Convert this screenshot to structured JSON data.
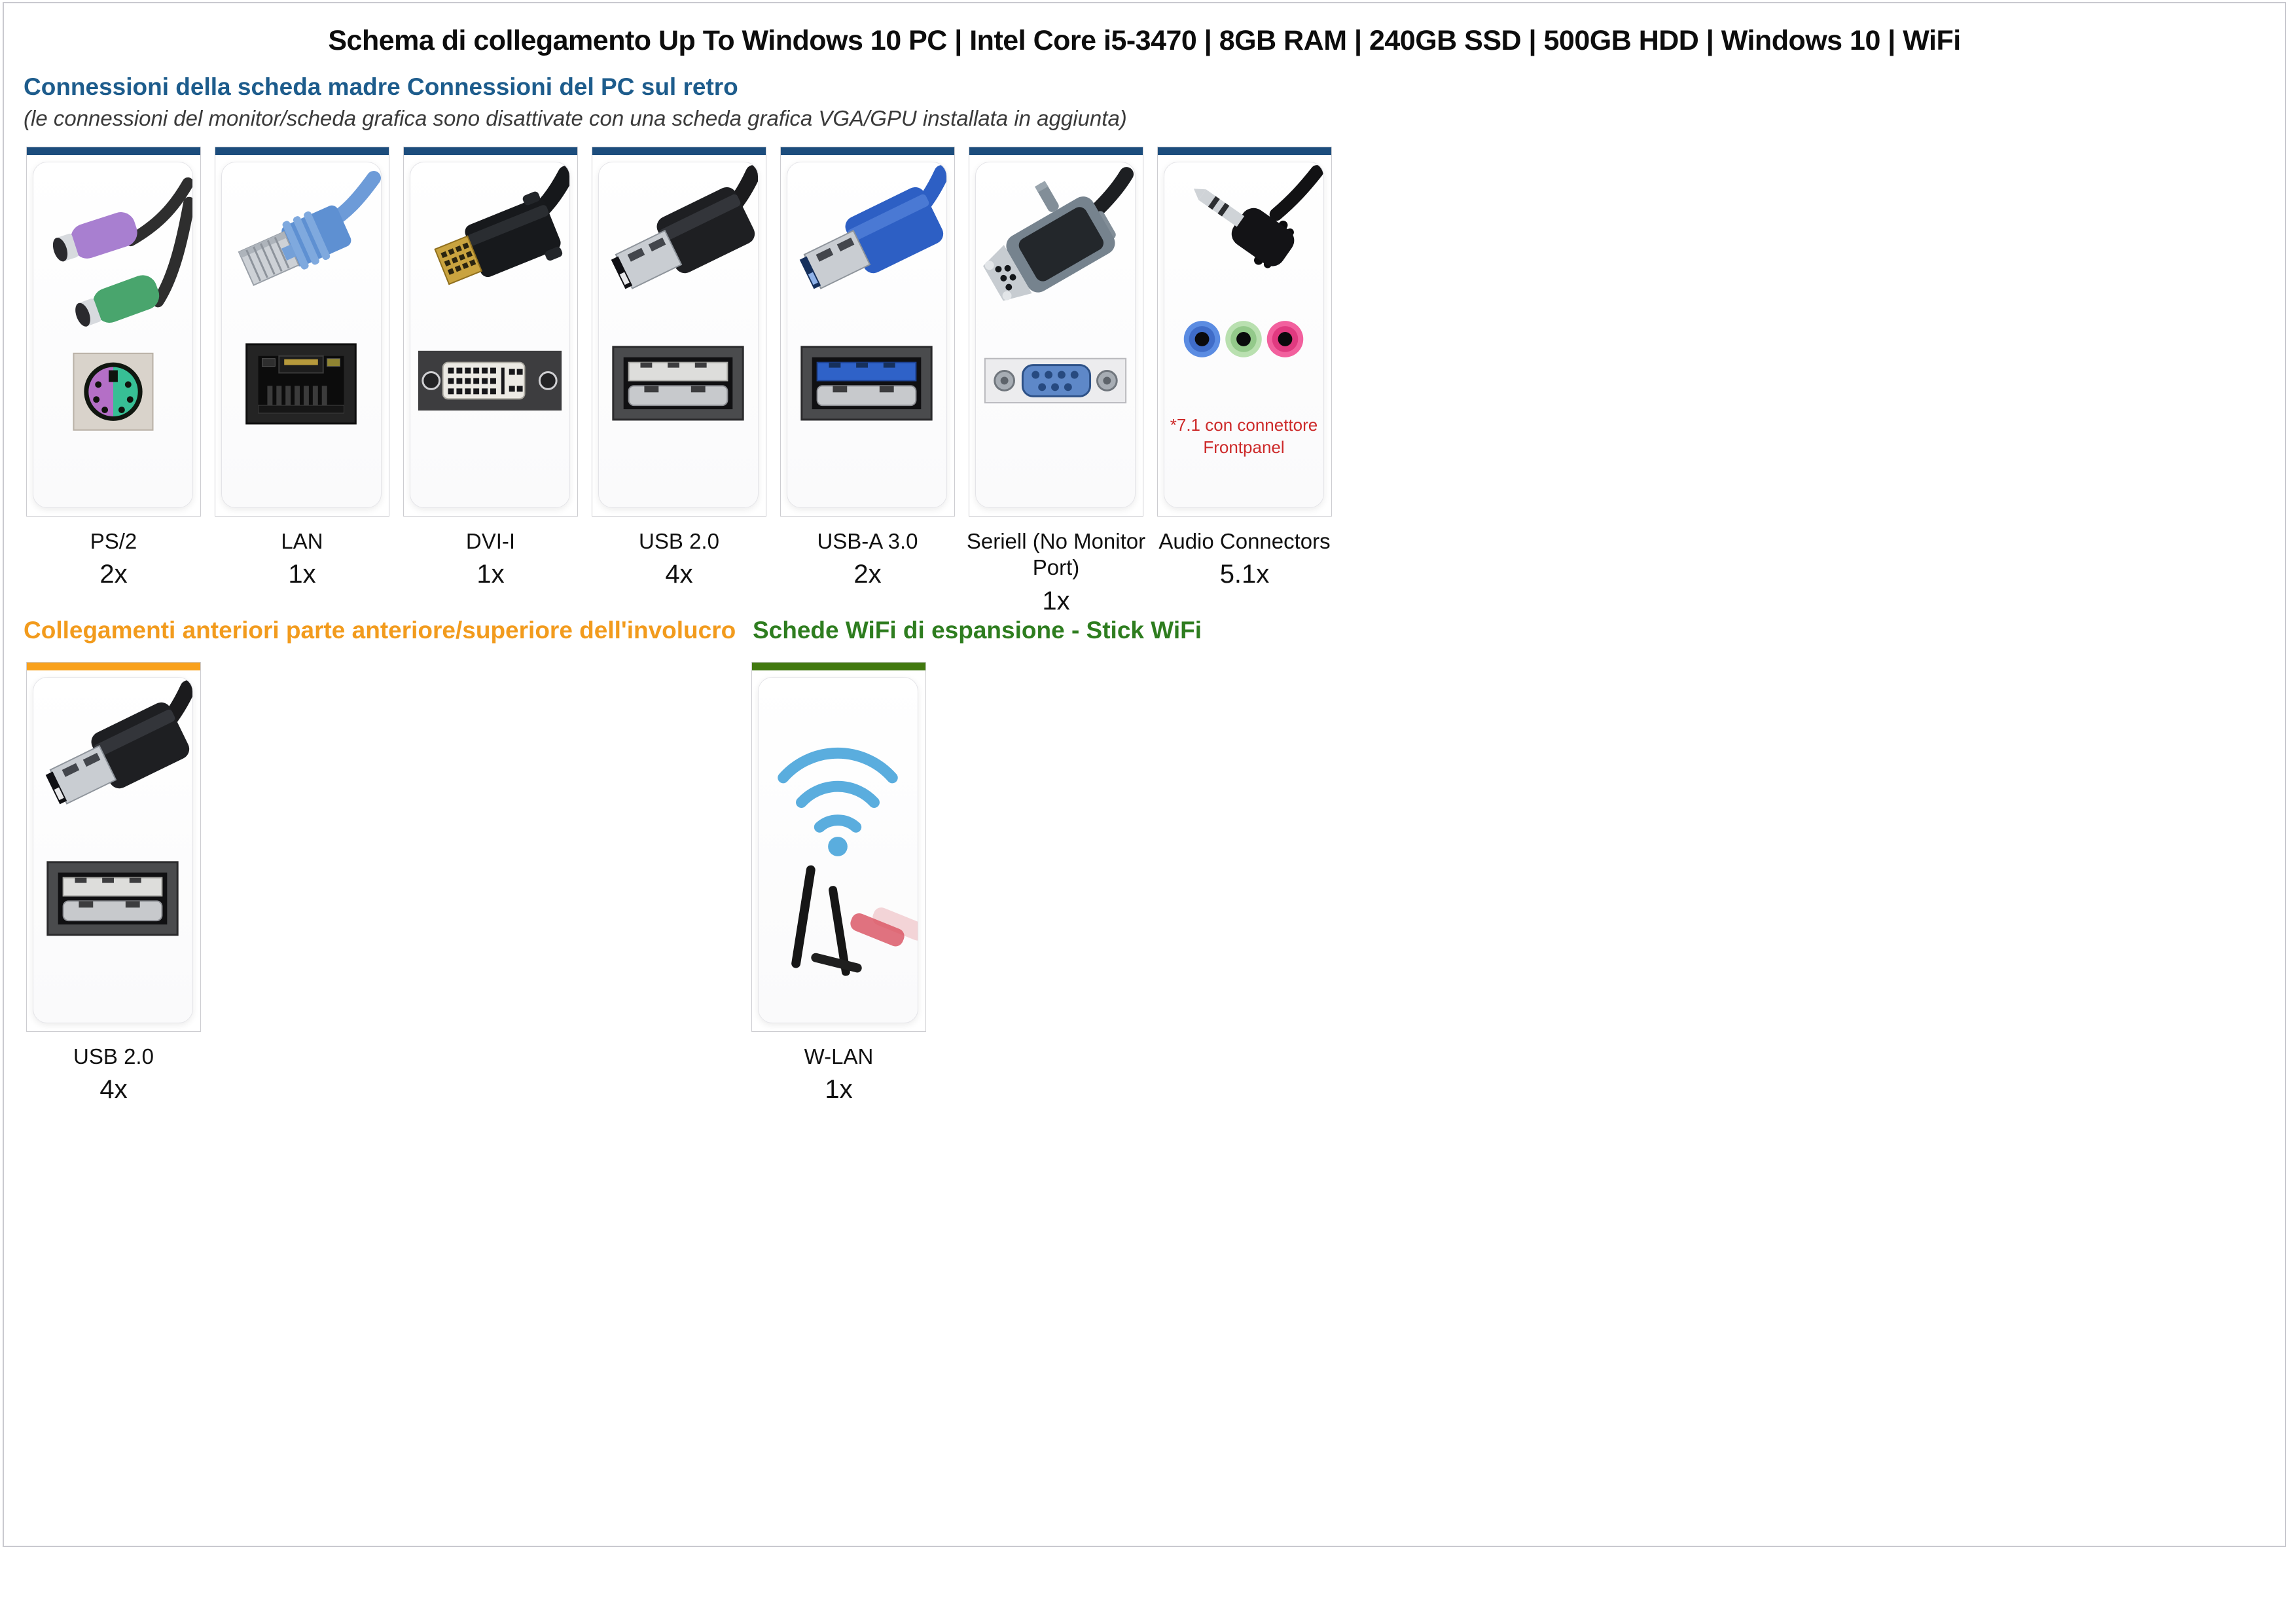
{
  "page": {
    "title": "Schema di collegamento Up To Windows 10 PC | Intel Core i5-3470 | 8GB RAM | 240GB SSD | 500GB HDD | Windows 10 | WiFi"
  },
  "colors": {
    "accent_blue_bar": "#1c4d7d",
    "heading_blue": "#1d5c8c",
    "accent_orange_bar": "#f9a11c",
    "heading_orange": "#f29b1d",
    "accent_green_bar": "#41790f",
    "heading_green": "#2e7d1f",
    "note_red": "#cd2a2a",
    "wifi_blue": "#5aadde",
    "audio_jack_blue": "#5b8ce2",
    "audio_jack_green": "#a9d8a0",
    "audio_jack_pink": "#f2609e"
  },
  "sections": [
    {
      "heading": "Connessioni della scheda madre Connessioni del PC sul retro",
      "subheading": "(le connessioni del monitor/scheda grafica sono disattivate con una scheda grafica VGA/GPU installata in aggiunta)",
      "cards": [
        {
          "label": "PS/2",
          "count": "2x",
          "icon": "ps2-connector-icon"
        },
        {
          "label": "LAN",
          "count": "1x",
          "icon": "lan-connector-icon"
        },
        {
          "label": "DVI-I",
          "count": "1x",
          "icon": "dvi-connector-icon"
        },
        {
          "label": "USB 2.0",
          "count": "4x",
          "icon": "usb2-connector-icon"
        },
        {
          "label": "USB-A 3.0",
          "count": "2x",
          "icon": "usb3-connector-icon"
        },
        {
          "label": "Seriell (No Monitor Port)",
          "count": "1x",
          "icon": "serial-connector-icon"
        },
        {
          "label": "Audio Connectors",
          "count": "5.1x",
          "icon": "audio-connector-icon",
          "note": "*7.1 con connettore Frontpanel"
        }
      ]
    },
    {
      "heading": "Collegamenti anteriori parte anteriore/superiore dell'involucro",
      "cards": [
        {
          "label": "USB 2.0",
          "count": "4x",
          "icon": "usb2-connector-icon"
        }
      ]
    },
    {
      "heading": "Schede WiFi di espansione - Stick WiFi",
      "cards": [
        {
          "label": "W-LAN",
          "count": "1x",
          "icon": "wlan-stick-icon"
        }
      ]
    }
  ]
}
